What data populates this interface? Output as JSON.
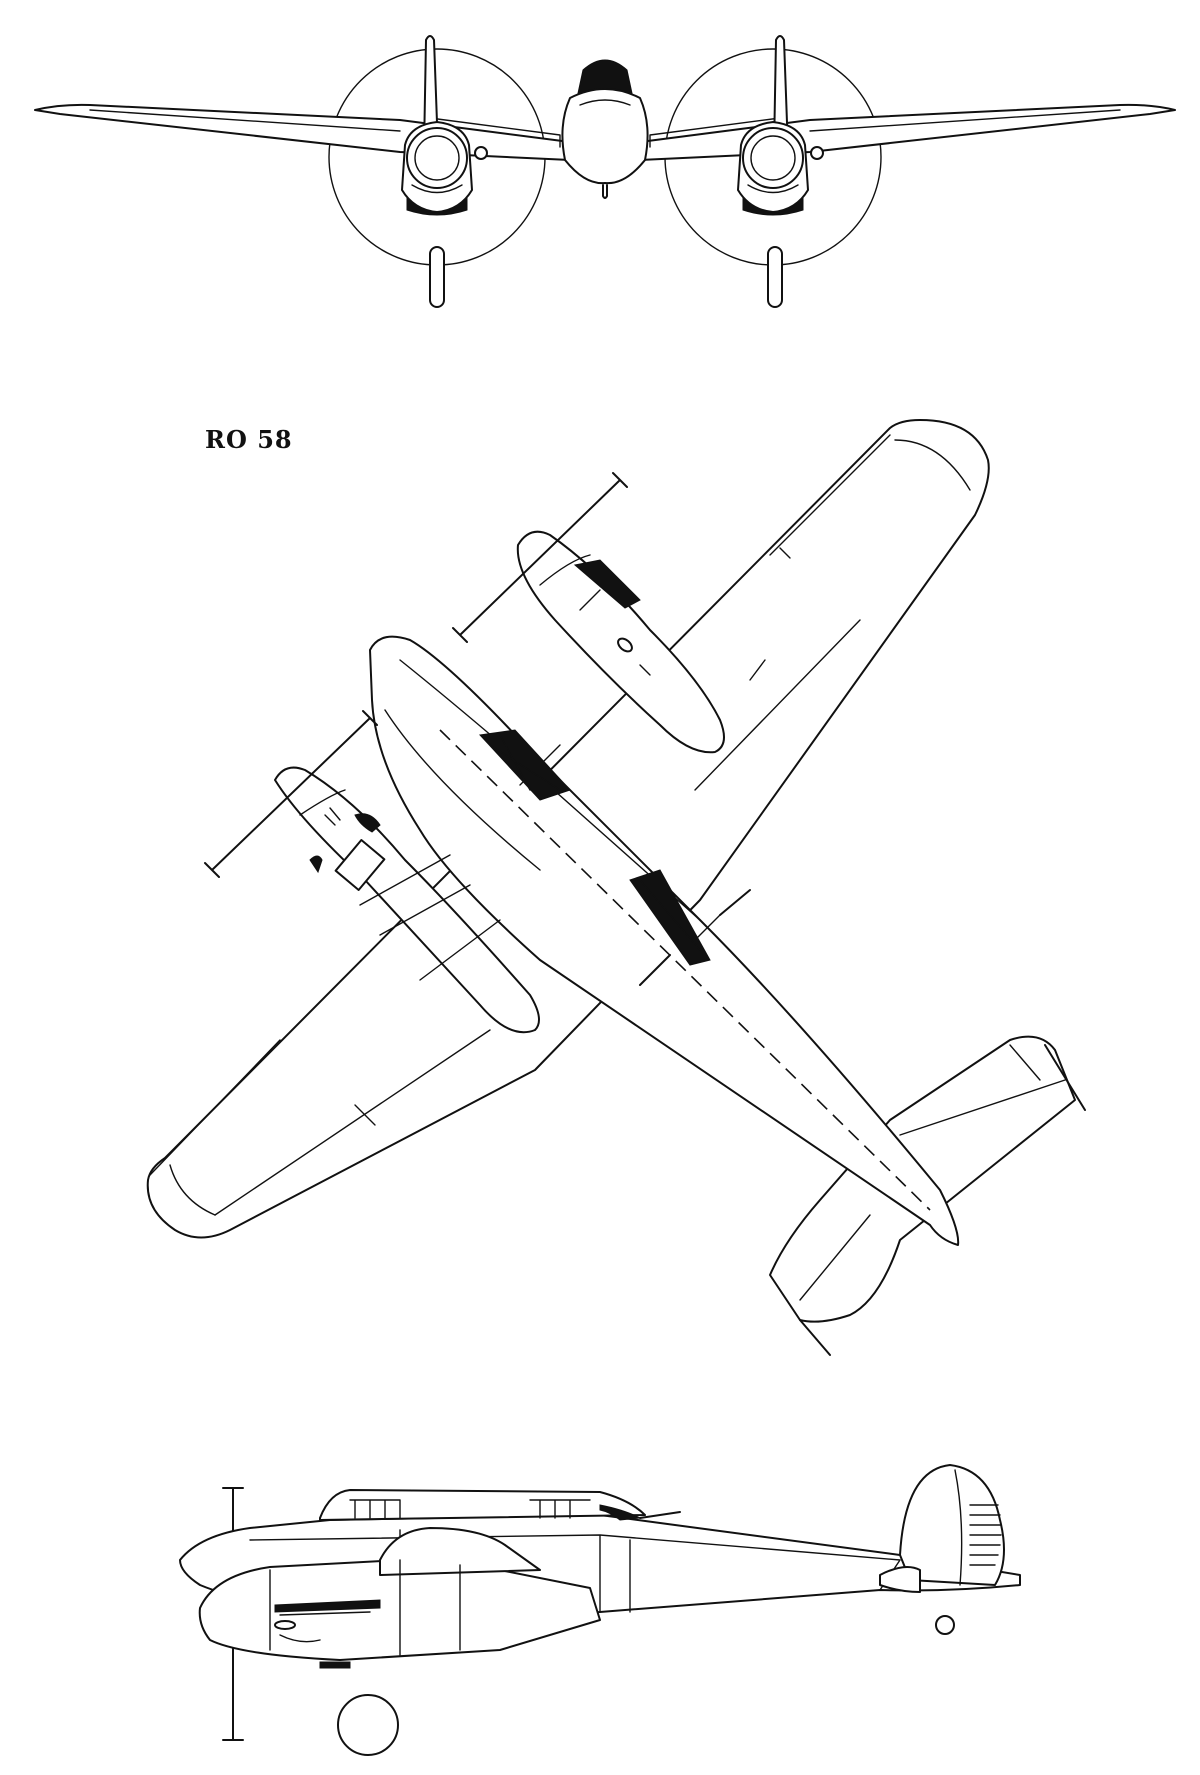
{
  "drawing": {
    "label": "RO 58",
    "views": [
      "front",
      "top",
      "side"
    ]
  },
  "colors": {
    "ink": "#111111",
    "paper": "#ffffff"
  }
}
